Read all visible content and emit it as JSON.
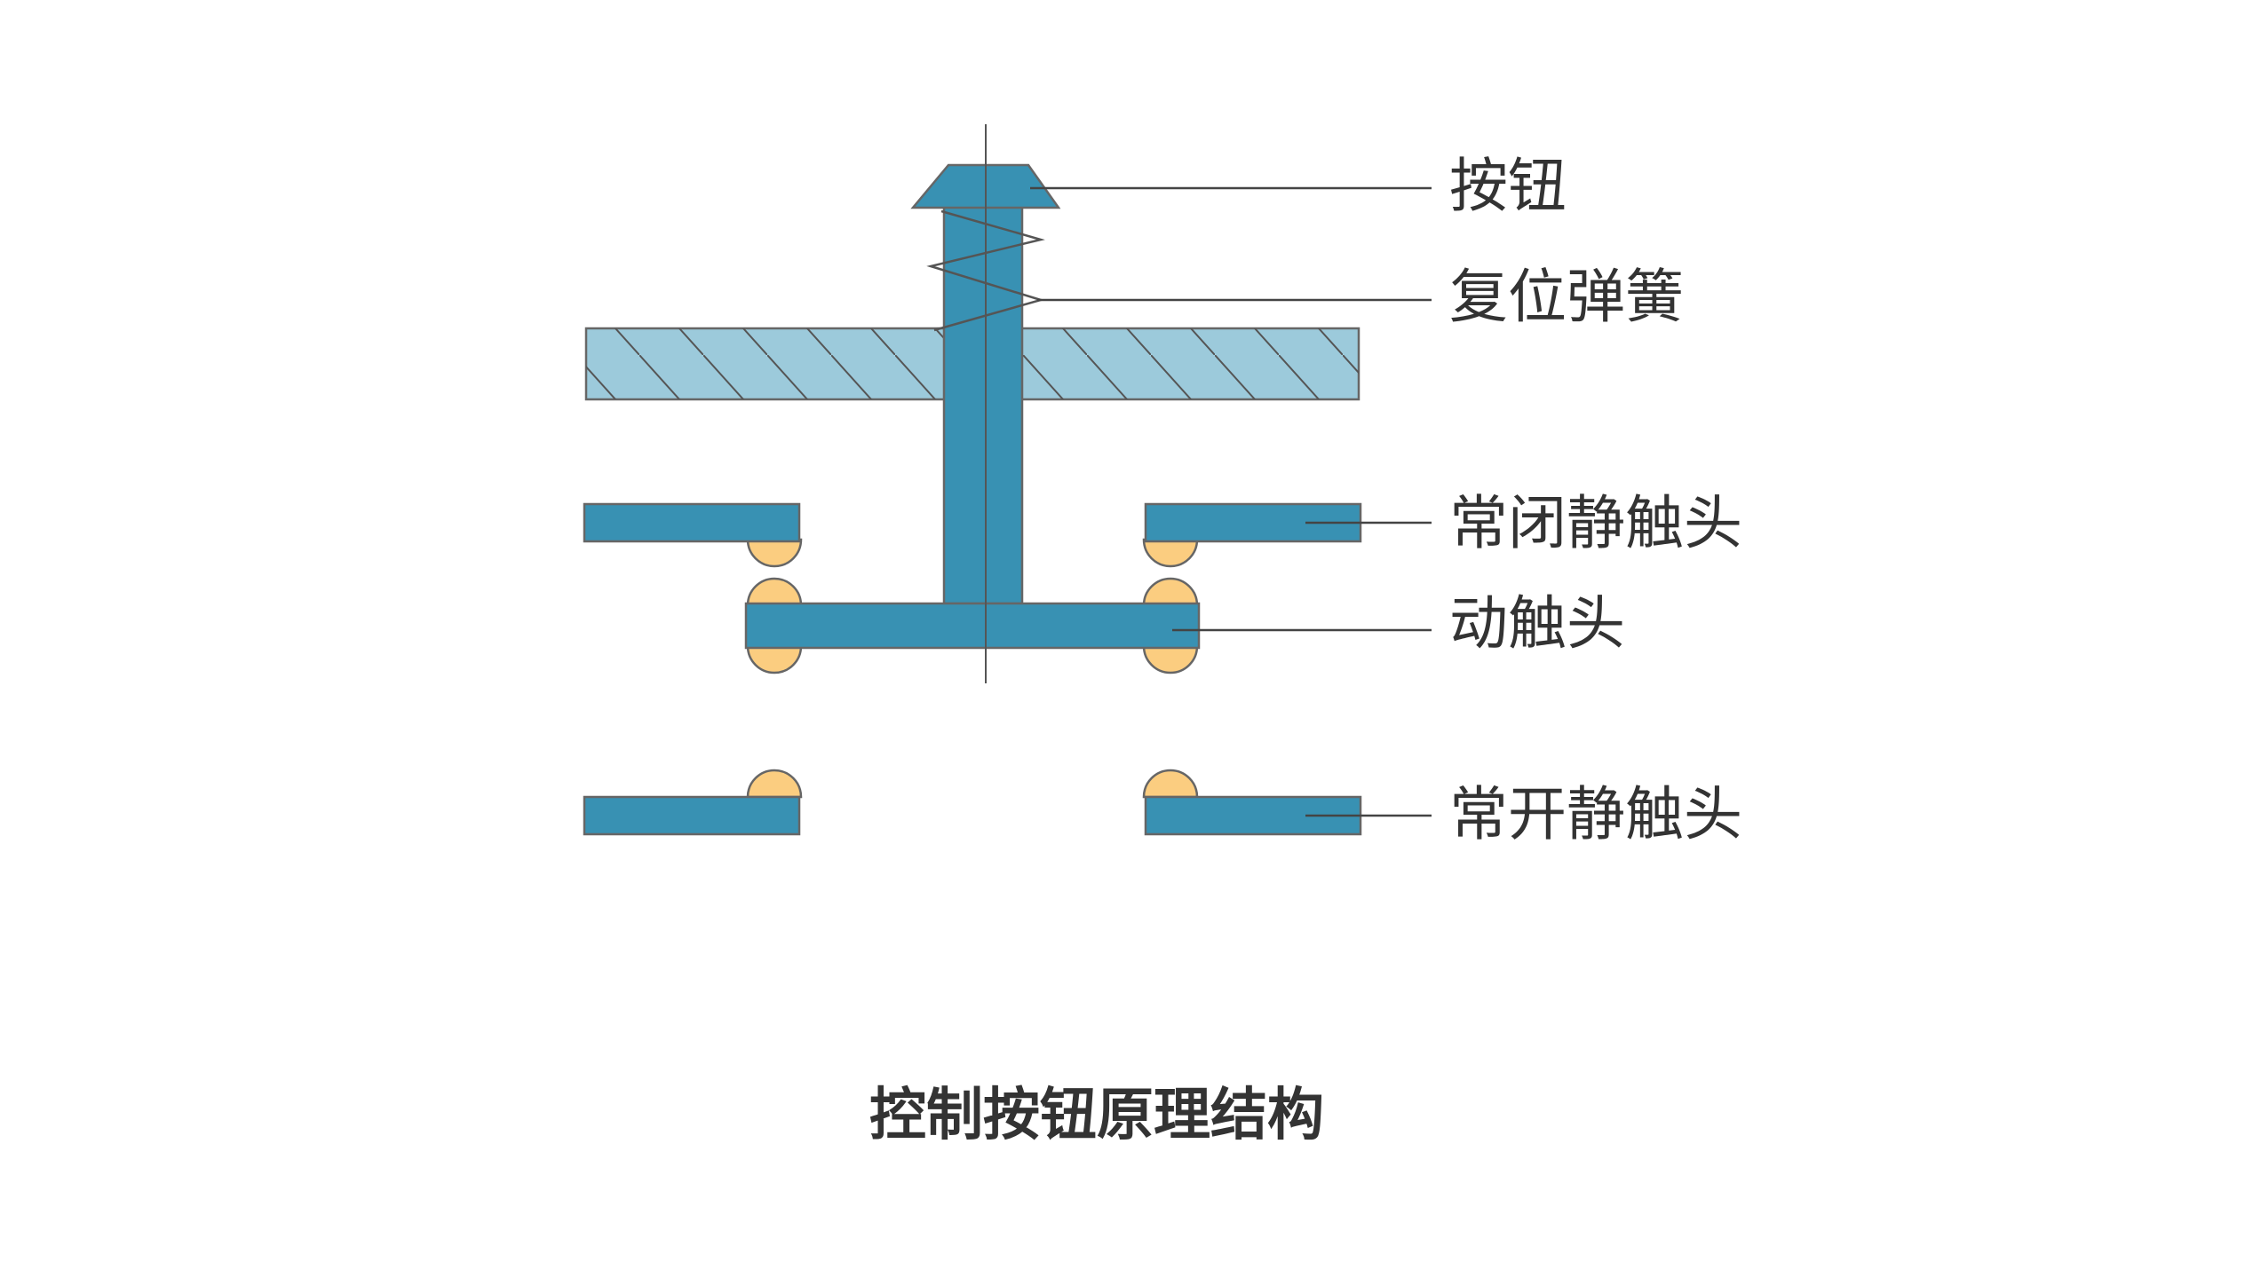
{
  "diagram": {
    "caption": "控制按钮原理结构",
    "labels": {
      "button": "按钮",
      "spring": "复位弹簧",
      "nc_contact": "常闭静触头",
      "moving_contact": "动触头",
      "no_contact": "常开静触头"
    }
  },
  "colors": {
    "part_blue": "#3891b3",
    "panel_light_blue": "#9ccadb",
    "contact_point": "#fbcd80",
    "outline": "#666666",
    "text": "#333333"
  }
}
